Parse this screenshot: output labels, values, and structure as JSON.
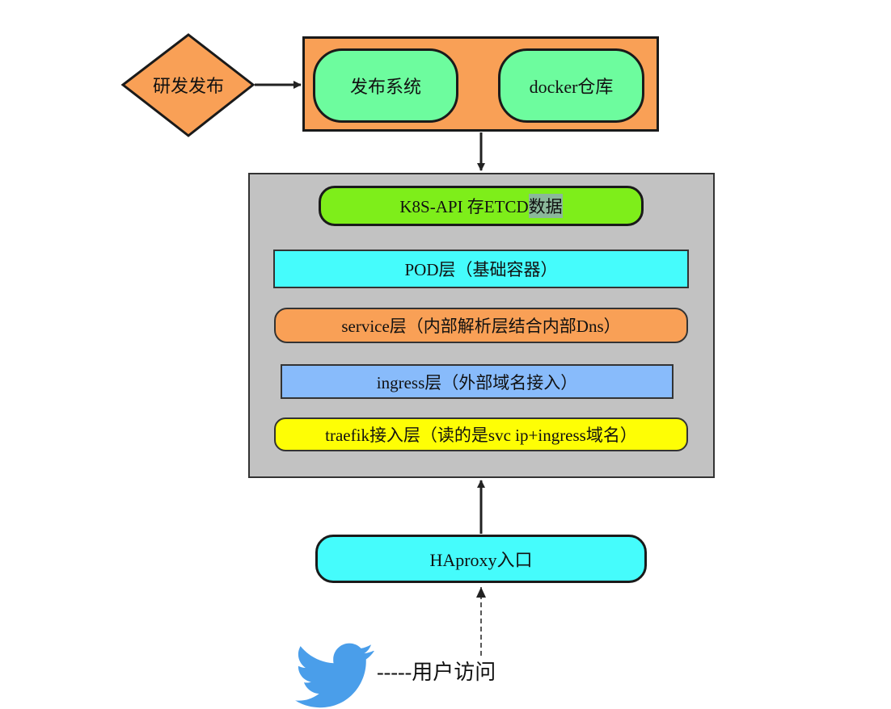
{
  "diagram": {
    "dev_release": {
      "label": "研发发布"
    },
    "publish": {
      "release_system": "发布系统",
      "docker_registry": "docker仓库"
    },
    "cluster": {
      "k8s_api_prefix": "K8S-API 存ETCD",
      "k8s_api_highlight": "数据",
      "pod_layer": "POD层（基础容器）",
      "service_layer": "service层（内部解析层结合内部Dns）",
      "ingress_layer": "ingress层（外部域名接入）",
      "traefik_layer": "traefik接入层（读的是svc ip+ingress域名）"
    },
    "haproxy": "HAproxy入口",
    "user_access": "-----用户访问",
    "icons": {
      "bird": "twitter-bird-icon"
    },
    "colors": {
      "publish_bg": "#f9a056",
      "pill_green": "#6dfc9e",
      "cluster_bg": "#c2c2c2",
      "api_green": "#7eee1a",
      "cyan": "#45fcfc",
      "blue": "#88bbfb",
      "yellow": "#fefe05",
      "bird_blue": "#4a9eea"
    }
  }
}
